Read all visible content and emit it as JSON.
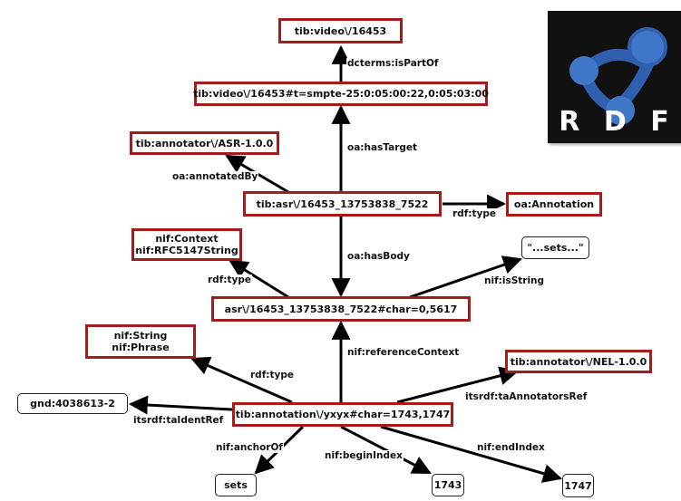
{
  "nodes": {
    "video": "tib:video\\/16453",
    "segment": "tib:video\\/16453#t=smpte-25:0:05:00:22,0:05:03:00",
    "annotator_asr": "tib:annotator\\/ASR-1.0.0",
    "asr": "tib:asr\\/16453_13753838_7522",
    "oa_annotation": "oa:Annotation",
    "nif_context": [
      "nif:Context",
      "nif:RFC5147String"
    ],
    "sets_string": "\"...sets...\"",
    "context_char": "asr\\/16453_13753838_7522#char=0,5617",
    "nif_string": [
      "nif:String",
      "nif:Phrase"
    ],
    "annotator_nel": "tib:annotator\\/NEL-1.0.0",
    "gnd": "gnd:4038613-2",
    "annotation": "tib:annotation\\/yxyx#char=1743,1747",
    "sets": "sets",
    "begin": "1743",
    "end": "1747"
  },
  "edges": {
    "ispartof": "dcterms:isPartOf",
    "hastarget": "oa:hasTarget",
    "annotatedby": "oa:annotatedBy",
    "type_asr": "rdf:type",
    "hasbody": "oa:hasBody",
    "type_ctx": "rdf:type",
    "isstring": "nif:isString",
    "refctx": "nif:referenceContext",
    "type_ann": "rdf:type",
    "taannotators": "itsrdf:taAnnotatorsRef",
    "taident": "itsrdf:taIdentRef",
    "anchorof": "nif:anchorOf",
    "beginindex": "nif:beginIndex",
    "endindex": "nif:endIndex"
  },
  "logo": {
    "letters": [
      "R",
      "D",
      "F"
    ],
    "colors": {
      "background": "#111111",
      "ring": "#2f5fae",
      "node": "#3f78c8",
      "letters": "#ffffff"
    }
  },
  "colors": {
    "resource_border": "#a31d1d",
    "literal_border": "#222222",
    "edge": "#000000"
  }
}
